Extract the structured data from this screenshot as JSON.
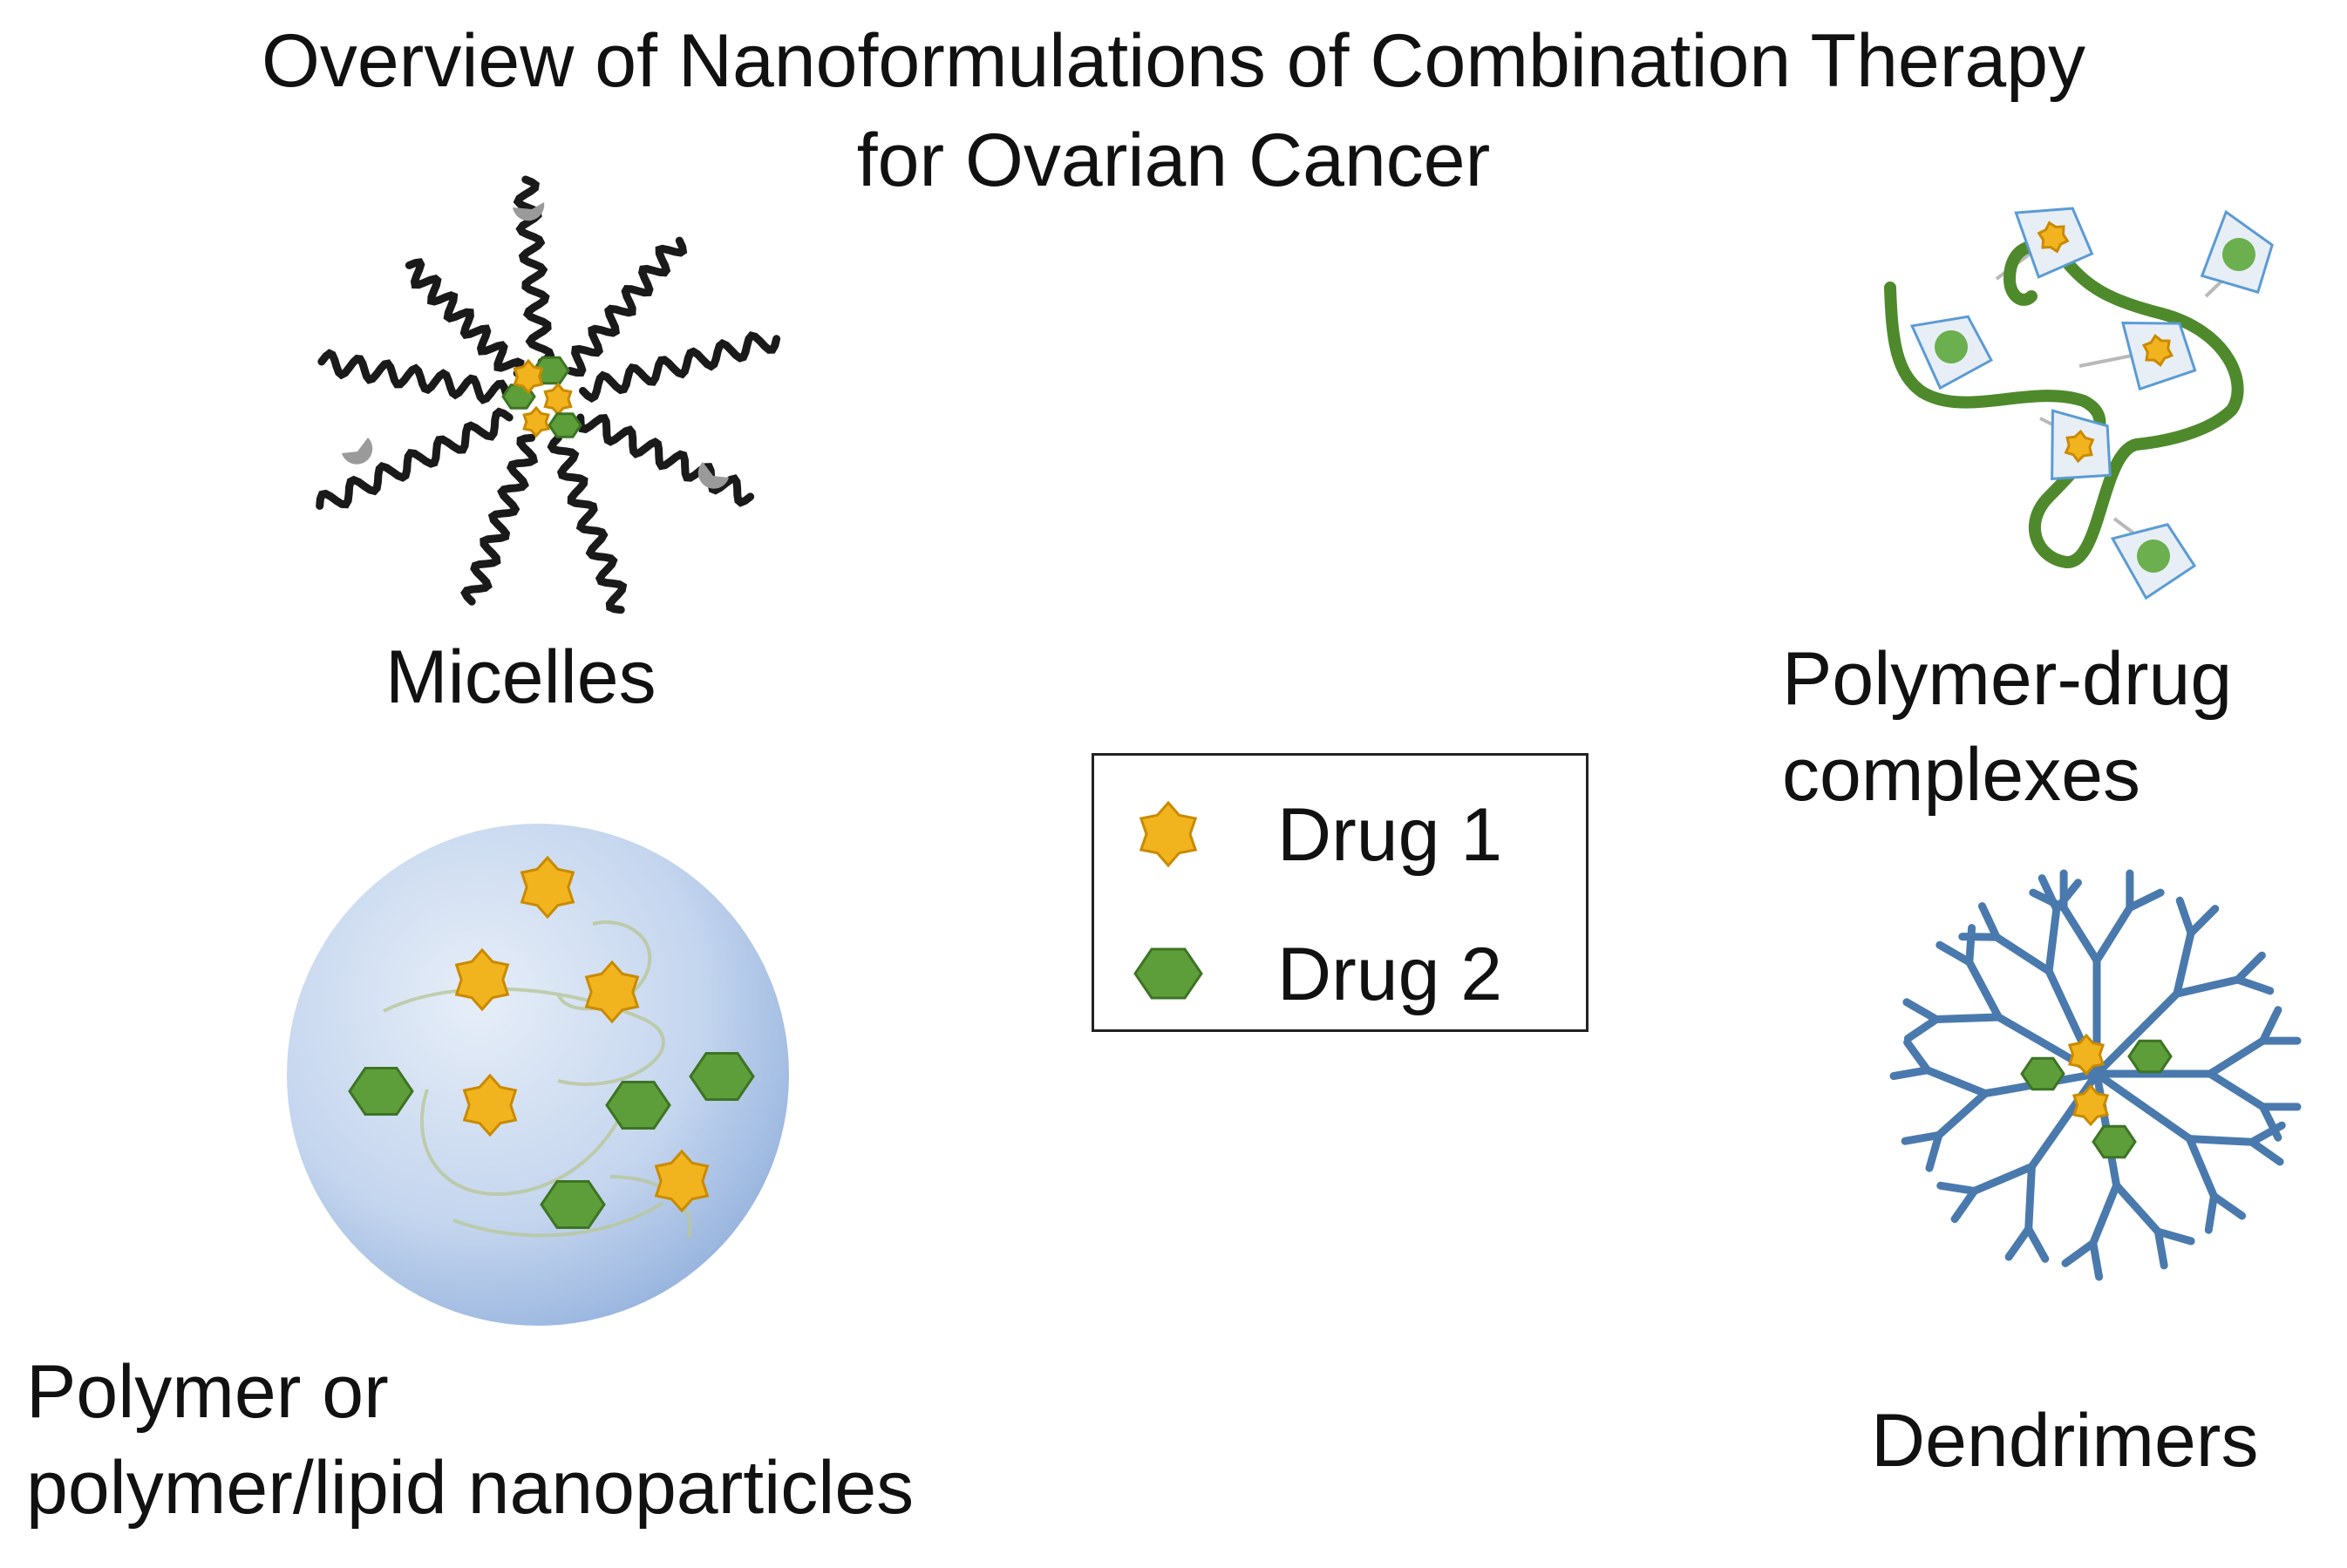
{
  "title": {
    "line1": "Overview of Nanoformulations of Combination Therapy",
    "line2": "for Ovarian Cancer"
  },
  "labels": {
    "micelles": "Micelles",
    "polymer_drug_1": "Polymer-drug",
    "polymer_drug_2": "complexes",
    "nanoparticles_1": "Polymer or",
    "nanoparticles_2": "polymer/lipid nanoparticles",
    "dendrimers": "Dendrimers"
  },
  "legend": {
    "drug1": {
      "label": "Drug 1",
      "icon": "yellow-star-icon",
      "color": "#F2B41E"
    },
    "drug2": {
      "label": "Drug 2",
      "icon": "green-hexagon-icon",
      "color": "#5E9E3A"
    }
  },
  "colors": {
    "polymer_chain": "#4E8A2C",
    "dendrimer_branch": "#4A7AAD",
    "nanoparticle_fill": "#B9CDEA",
    "micelle_chain": "#1a1a1a",
    "targeting_ligand": "#9a9a9a"
  }
}
